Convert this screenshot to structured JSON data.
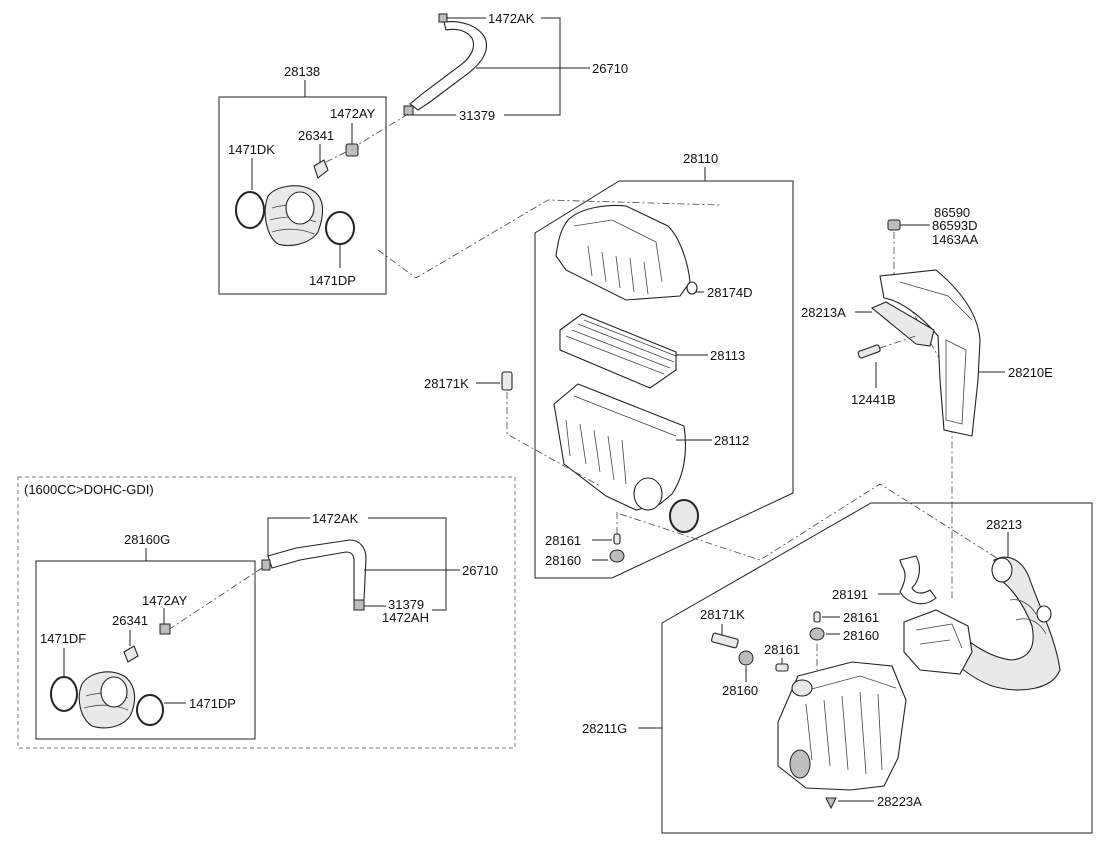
{
  "diagram": {
    "top_group": {
      "labels": {
        "l_1472ak": "1472AK",
        "l_26710": "26710",
        "l_31379": "31379",
        "l_28138": "28138",
        "l_1472ay": "1472AY",
        "l_26341": "26341",
        "l_1471dk": "1471DK",
        "l_1471dp": "1471DP"
      }
    },
    "air_cleaner": {
      "labels": {
        "l_28110": "28110",
        "l_28174d": "28174D",
        "l_28113": "28113",
        "l_28171k": "28171K",
        "l_28112": "28112",
        "l_28161": "28161",
        "l_28160": "28160"
      }
    },
    "duct_group": {
      "labels": {
        "l_86590": "86590",
        "l_86593d": "86593D",
        "l_1463aa": "1463AA",
        "l_28213a": "28213A",
        "l_28210e": "28210E",
        "l_12441b": "12441B"
      }
    },
    "variant_group": {
      "note": "(1600CC>DOHC-GDI)",
      "labels": {
        "l_28160g": "28160G",
        "l_1472ak": "1472AK",
        "l_26710": "26710",
        "l_31379": "31379",
        "l_1472ah": "1472AH",
        "l_1472ay": "1472AY",
        "l_26341": "26341",
        "l_1471df": "1471DF",
        "l_1471dp": "1471DP"
      }
    },
    "resonator_group": {
      "labels": {
        "l_28213": "28213",
        "l_28191": "28191",
        "l_28171k": "28171K",
        "l_28161a": "28161",
        "l_28160a": "28160",
        "l_28161b": "28161",
        "l_28160b": "28160",
        "l_28211g": "28211G",
        "l_28223a": "28223A"
      }
    }
  }
}
